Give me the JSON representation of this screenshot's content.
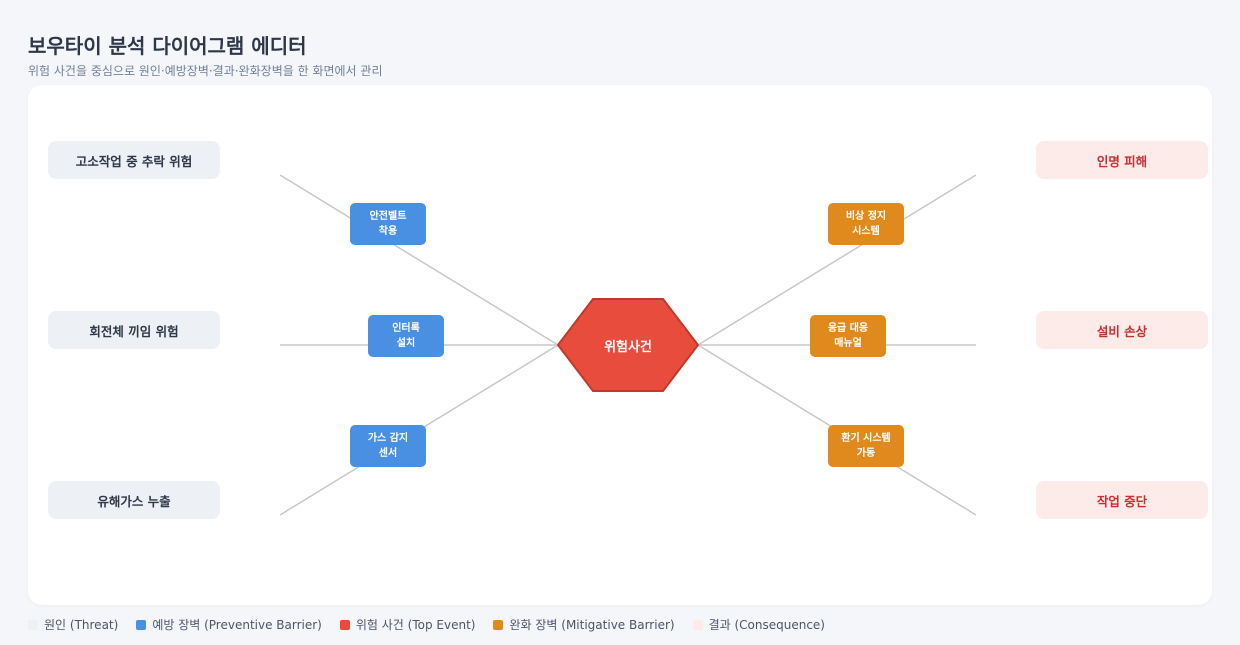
{
  "header": {
    "title": "보우타이 분석 다이어그램 에디터",
    "subtitle": "위험 사건을 중심으로 원인·예방장벽·결과·완화장벽을 한 화면에서 관리"
  },
  "diagram": {
    "top_event": "위험사건",
    "threats": [
      "고소작업 중 추락 위험",
      "회전체 끼임 위험",
      "유해가스 누출"
    ],
    "preventive_barriers": [
      "안전벨트\n착용",
      "인터록\n설치",
      "가스 감지\n센서"
    ],
    "consequences": [
      "인명 피해",
      "설비 손상",
      "작업 중단"
    ],
    "mitigative_barriers": [
      "비상 정지\n시스템",
      "응급 대응\n매뉴얼",
      "환기 시스템\n가동"
    ]
  },
  "legend": [
    {
      "label": "원인 (Threat)",
      "color": "#edf0f4"
    },
    {
      "label": "예방 장벽 (Preventive Barrier)",
      "color": "#4a90e2"
    },
    {
      "label": "위험 사건 (Top Event)",
      "color": "#e74c3c"
    },
    {
      "label": "완화 장벽 (Mitigative Barrier)",
      "color": "#e08a1e"
    },
    {
      "label": "결과 (Consequence)",
      "color": "#fdebe9"
    }
  ],
  "colors": {
    "threat_bg": "#edf0f4",
    "preventive": "#4a90e2",
    "top_event": "#e74c3c",
    "top_event_stroke": "#c0392b",
    "mitigative": "#e08a1e",
    "consequence_bg": "#fdebe9",
    "consequence_text": "#c53030",
    "connector": "#c8c8c8"
  }
}
